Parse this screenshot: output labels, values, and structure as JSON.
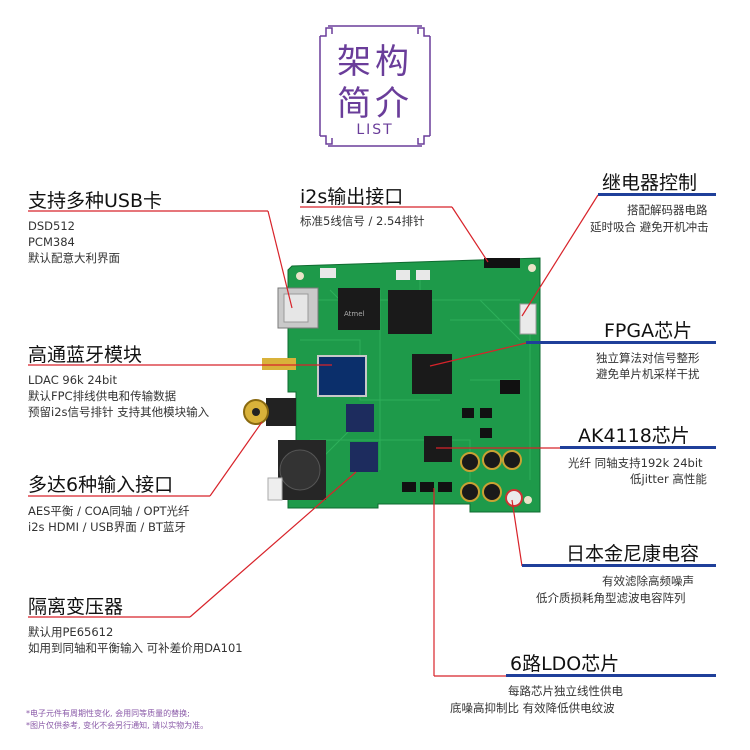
{
  "header": {
    "line1": "架构",
    "line2": "简介",
    "sub": "LIST"
  },
  "features": {
    "usb": {
      "title": "支持多种USB卡",
      "lines": [
        "DSD512",
        "PCM384",
        "默认配意大利界面"
      ]
    },
    "i2s": {
      "title": "i2s输出接口",
      "lines": [
        "标准5线信号 / 2.54排针"
      ]
    },
    "relay": {
      "title": "继电器控制",
      "lines": [
        "搭配解码器电路",
        "延时吸合 避免开机冲击"
      ]
    },
    "bluetooth": {
      "title": "高通蓝牙模块",
      "lines": [
        "LDAC 96k 24bit",
        "默认FPC排线供电和传输数据",
        "预留i2s信号排针 支持其他模块输入"
      ]
    },
    "fpga": {
      "title": "FPGA芯片",
      "lines": [
        "独立算法对信号整形",
        "避免单片机采样干扰"
      ]
    },
    "ak4118": {
      "title": "AK4118芯片",
      "lines": [
        "光纤 同轴支持192k 24bit",
        "低jitter 高性能"
      ]
    },
    "inputs": {
      "title": "多达6种输入接口",
      "lines": [
        "AES平衡 / COA同轴 / OPT光纤",
        "i2s HDMI / USB界面 / BT蓝牙"
      ]
    },
    "capacitor": {
      "title": "日本金尼康电容",
      "lines": [
        "有效滤除高频噪声",
        "低介质损耗角型滤波电容阵列"
      ]
    },
    "transformer": {
      "title": "隔离变压器",
      "lines": [
        "默认用PE65612",
        "如用到同轴和平衡输入 可补差价用DA101"
      ]
    },
    "ldo": {
      "title": "6路LDO芯片",
      "lines": [
        "每路芯片独立线性供电",
        "底噪高抑制比 有效降低供电纹波"
      ]
    }
  },
  "notes": {
    "line1": "*电子元件有周期性变化, 会用同等质量的替换;",
    "line2": "*图片仅供参考, 变化不会另行通知, 请以实物为准。"
  },
  "board": {
    "chip_label": "Atmel"
  },
  "colors": {
    "accent": "#d8232a",
    "heading_bar": "#1f3f9a",
    "purple": "#6a3d9a",
    "pcb": "#1f9a4a"
  }
}
